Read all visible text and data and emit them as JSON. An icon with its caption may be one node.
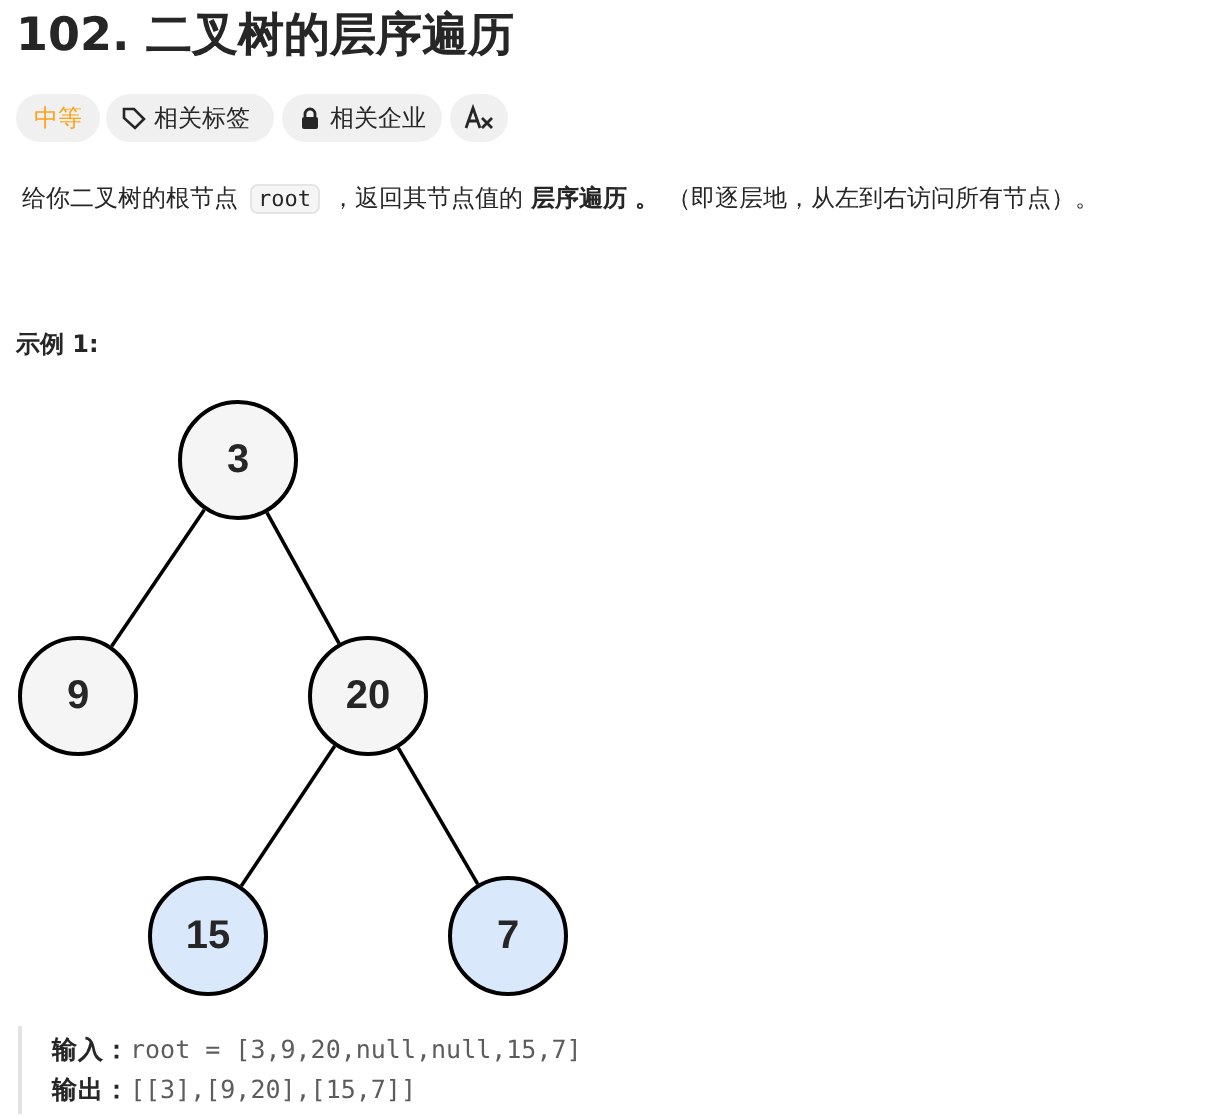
{
  "diagram": {
    "title": "102. 二叉树的层序遍历",
    "nodes": [
      {
        "text": [
          "3"
        ]
      },
      {
        "text": [
          "9"
        ]
      },
      {
        "text": [
          "20"
        ]
      },
      {
        "text": [
          "15"
        ]
      },
      {
        "text": [
          "7"
        ]
      }
    ],
    "edges": [
      {
        "from": 0,
        "to": 1,
        "arrow": "none"
      },
      {
        "from": 0,
        "to": 2,
        "arrow": "none"
      },
      {
        "from": 2,
        "to": 3,
        "arrow": "none"
      },
      {
        "from": 2,
        "to": 4,
        "arrow": "none"
      }
    ],
    "labels": [
      "中等",
      "相关标签",
      "相关企业",
      "给你二叉树的根节点",
      "root",
      "，返回其节点值的 **层序遍历 。** （即逐层地，从左到右访问所有节点）。",
      "示例 1:",
      "**输入：**root = [3,9,20,null,null,15,7]",
      "**输出：**[[3],[9,20],[15,7]]"
    ]
  }
}
